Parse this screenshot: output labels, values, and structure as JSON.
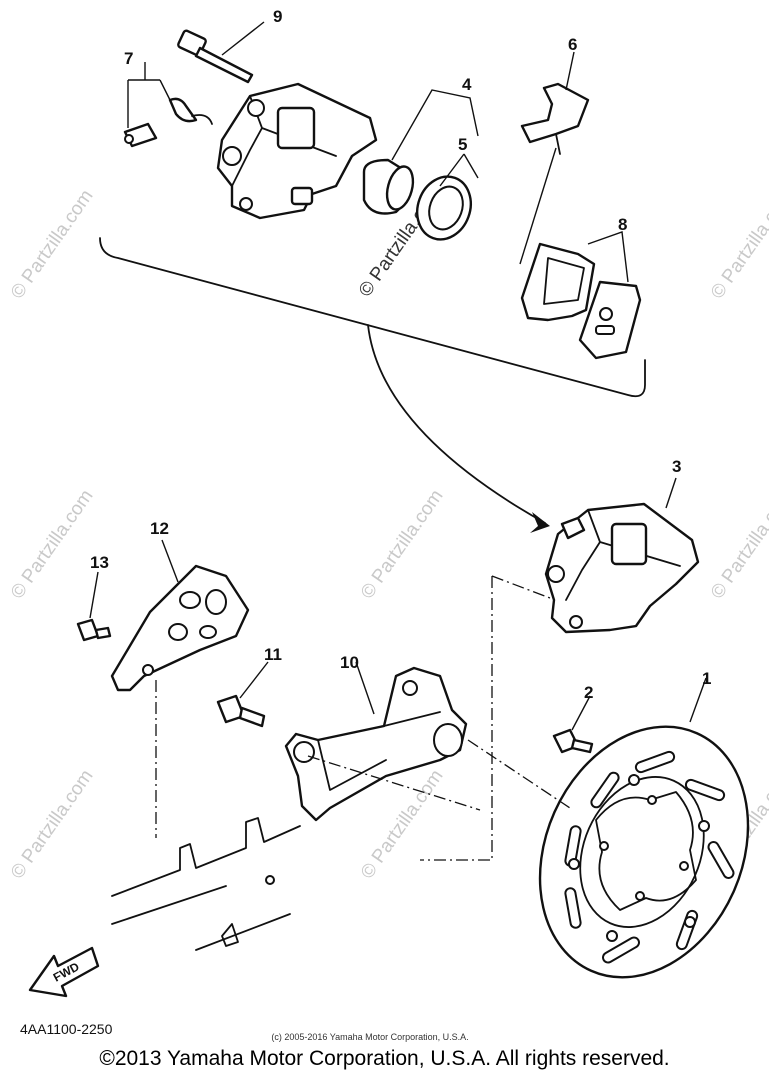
{
  "callouts": [
    "1",
    "2",
    "3",
    "4",
    "5",
    "6",
    "7",
    "8",
    "9",
    "10",
    "11",
    "12",
    "13"
  ],
  "watermark": "© Partzilla.com",
  "direction_label": "FWD",
  "diagram_code": "4AA1100-2250",
  "small_notice": "(c) 2005-2016 Yamaha Motor Corporation, U.S.A.",
  "copyright": "©2013 Yamaha Motor Corporation, U.S.A. All rights reserved."
}
